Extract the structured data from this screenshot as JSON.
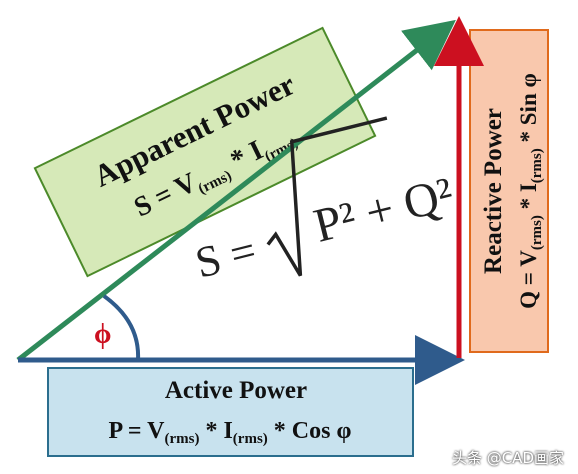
{
  "colors": {
    "apparent_fill": "#d6e9b8",
    "apparent_border": "#4c8a2a",
    "apparent_arrow": "#2e8a5a",
    "active_fill": "#c8e2ee",
    "active_border": "#2b6e8e",
    "active_arrow": "#2f5b8c",
    "reactive_fill": "#f9c8ad",
    "reactive_border": "#e06a1c",
    "reactive_arrow": "#cc1020",
    "angle_color": "#cc1020"
  },
  "apparent": {
    "title": "Apparent Power",
    "formula_prefix": "S = V",
    "formula_sub1": "(rms)",
    "formula_mid": " * I",
    "formula_sub2": "(rms)"
  },
  "reactive": {
    "title": "Reactive Power",
    "formula_prefix": "Q = V",
    "formula_sub1": "(rms)",
    "formula_mid": " * I",
    "formula_sub2": "(rms)",
    "formula_suffix": " * Sin φ"
  },
  "active": {
    "title": "Active Power",
    "formula_prefix": "P = V",
    "formula_sub1": "(rms)",
    "formula_mid": " * I",
    "formula_sub2": "(rms)",
    "formula_suffix": " * Cos φ"
  },
  "equation": {
    "lhs": "S =",
    "radicand": "P² + Q²"
  },
  "angle_label": "ϕ",
  "watermark": "头条 @CAD画家"
}
